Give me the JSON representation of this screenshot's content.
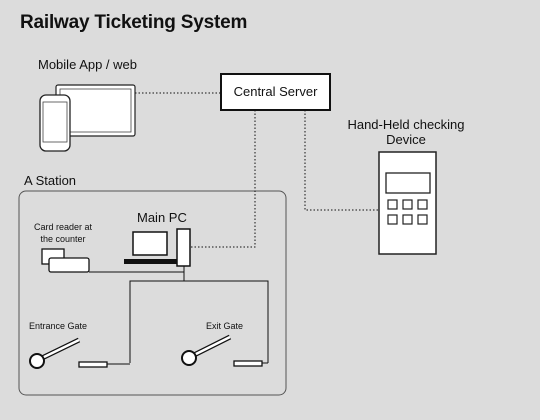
{
  "title": "Railway Ticketing System",
  "nodes": {
    "mobile": "Mobile App / web",
    "server": "Central Server",
    "handheld": "Hand-Held checking Device",
    "station": "A Station",
    "main_pc": "Main PC",
    "card_reader": "Card reader at the counter",
    "entrance_gate": "Entrance Gate",
    "exit_gate": "Exit Gate"
  },
  "colors": {
    "background": "#dcdcdc",
    "stroke": "#111111",
    "fill": "#ffffff"
  }
}
